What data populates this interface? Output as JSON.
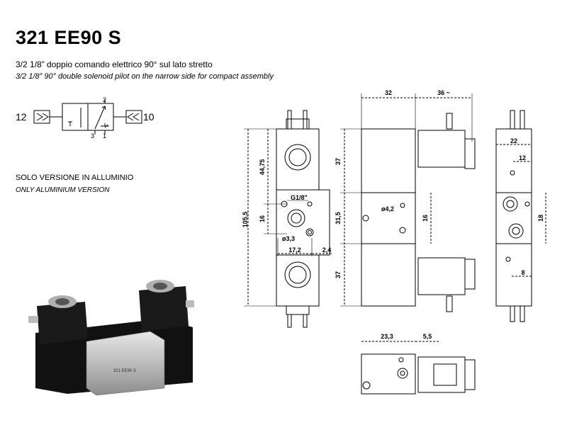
{
  "header": {
    "title": "321 EE90 S",
    "subtitle_it": "3/2 1/8” doppio comando elettrico 90° sul lato stretto",
    "subtitle_en": "3/2 1/8” 90° double solenoid pilot on the narrow side for compact assembly"
  },
  "note": {
    "it": "SOLO VERSIONE IN ALLUMINIO",
    "en": "ONLY ALUMINIUM VERSION"
  },
  "symbol": {
    "port_left": "12",
    "port_right": "10",
    "port_top": "2",
    "port_bottom_left": "3",
    "port_bottom_right": "1"
  },
  "front_view": {
    "dim_total_height": "105,5",
    "dim_upper": "44,75",
    "dim_mid": "16",
    "dim_width": "17,2",
    "dim_offset": "2,4",
    "label_thread": "G1/8\"",
    "label_hole": "ø3,3"
  },
  "side_view": {
    "dim_body": "32",
    "dim_coil": "36 ~",
    "dim_top": "37",
    "dim_mid": "31,5",
    "dim_bottom": "37",
    "dim_ports": "16",
    "dim_base": "23,3",
    "dim_base_right": "5,5",
    "label_hole": "ø4,2"
  },
  "right_view": {
    "dim_width": "22",
    "dim_offset": "12",
    "dim_ports": "18",
    "dim_base": "8"
  },
  "photo": {
    "label_body": "321 EE90 S"
  }
}
